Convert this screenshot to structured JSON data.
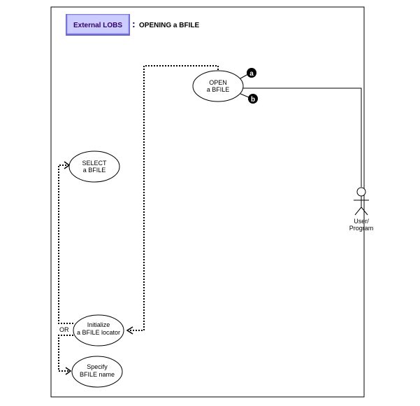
{
  "header": {
    "badge_label": "External LOBS",
    "separator": ":",
    "title": "OPENING a BFILE"
  },
  "use_cases": {
    "open": [
      "OPEN",
      "a BFILE"
    ],
    "select": [
      "SELECT",
      "a BFILE"
    ],
    "initialize": [
      "Initialize",
      "a BFILE locator"
    ],
    "specify": [
      "Specify",
      "BFILE name"
    ]
  },
  "badges": {
    "a": "a",
    "b": "b"
  },
  "or_label": "OR",
  "actor": {
    "line1": "User/",
    "line2": "Program"
  },
  "colors": {
    "badge_fill": "#ccccff",
    "badge_text": "#330066",
    "badge_border": "#6666cc"
  }
}
